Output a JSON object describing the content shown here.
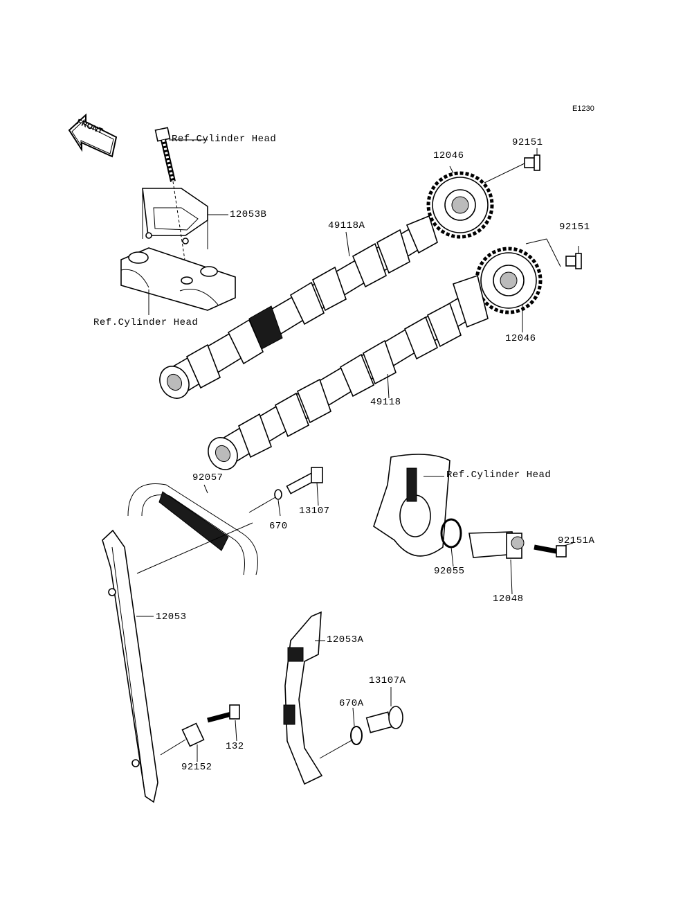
{
  "diagram_code": "E1230",
  "front_label": "FRONT",
  "labels": {
    "ref_cyl_head_top": "Ref.Cylinder Head",
    "ref_cyl_head_left": "Ref.Cylinder Head",
    "ref_cyl_head_right": "Ref.Cylinder Head",
    "p12053B": "12053B",
    "p49118A": "49118A",
    "p12046_top": "12046",
    "p92151_top": "92151",
    "p92151_mid": "92151",
    "p12046_bottom": "12046",
    "p49118": "49118",
    "p92057": "92057",
    "p13107": "13107",
    "p670": "670",
    "p92151A": "92151A",
    "p92055": "92055",
    "p12048": "12048",
    "p12053": "12053",
    "p12053A": "12053A",
    "p13107A": "13107A",
    "p670A": "670A",
    "p132": "132",
    "p92152": "92152"
  }
}
